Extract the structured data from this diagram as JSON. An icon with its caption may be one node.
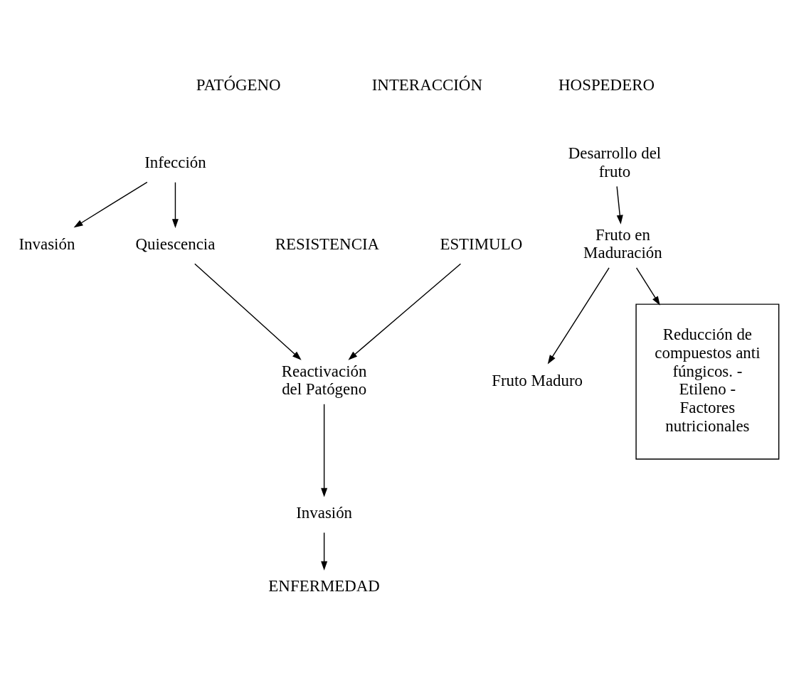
{
  "diagram": {
    "nodes": [
      {
        "text": [
          "Infección"
        ]
      },
      {
        "text": [
          "Invasión"
        ]
      },
      {
        "text": [
          "Quiescencia"
        ]
      },
      {
        "text": [
          "Reactivación del Patógeno"
        ]
      },
      {
        "text": [
          "ESTIMULO"
        ]
      },
      {
        "text": [
          "Invasión"
        ]
      },
      {
        "text": [
          "ENFERMEDAD"
        ]
      },
      {
        "text": [
          "Desarrollo del fruto"
        ]
      },
      {
        "text": [
          "Fruto en Maduración"
        ]
      },
      {
        "text": [
          "Reducción de compuestos anti fúngicos. - Etileno - Factores nutricionales"
        ]
      },
      {
        "text": [
          "Fruto Maduro"
        ]
      }
    ],
    "edges": [
      {
        "from": 0,
        "to": 1,
        "arrow": "to"
      },
      {
        "from": 0,
        "to": 2,
        "arrow": "to"
      },
      {
        "from": 2,
        "to": 3,
        "arrow": "to"
      },
      {
        "from": 4,
        "to": 3,
        "arrow": "to"
      },
      {
        "from": 3,
        "to": 5,
        "arrow": "to"
      },
      {
        "from": 5,
        "to": 6,
        "arrow": "to"
      },
      {
        "from": 7,
        "to": 8,
        "arrow": "to"
      },
      {
        "from": 8,
        "to": 9,
        "arrow": "to"
      },
      {
        "from": 8,
        "to": 10,
        "arrow": "to"
      }
    ],
    "labels": [
      "PATÓGENO",
      "INTERACCIÓN",
      "HOSPEDERO",
      "RESISTENCIA"
    ]
  }
}
